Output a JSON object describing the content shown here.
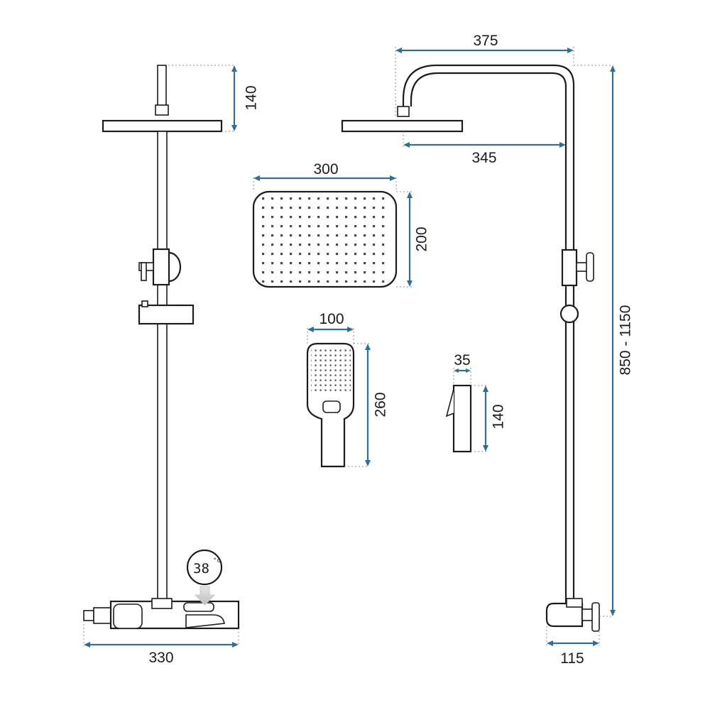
{
  "dimensions": {
    "front_head_height": "140",
    "front_width": "330",
    "side_arm_length": "375",
    "side_head_reach": "345",
    "side_height_range": "850 - 1150",
    "side_depth": "115",
    "rain_head_width": "300",
    "rain_head_depth": "200",
    "hand_shower_width": "100",
    "hand_shower_length": "260",
    "holder_width": "35",
    "holder_height": "140"
  },
  "thermostat_display": {
    "temperature": "38",
    "unit": "°c"
  },
  "colors": {
    "dimension_line": "#2f6f93",
    "outline": "#1c1c1c",
    "extension_line": "#8c8c8c"
  },
  "icons": {
    "thermostat": "temperature-display-icon",
    "press_indicator": "arrow-down-icon"
  }
}
